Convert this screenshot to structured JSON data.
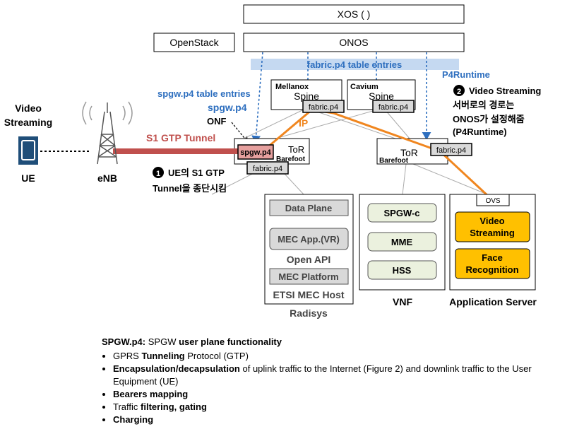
{
  "boxes": {
    "xos": "XOS (    )",
    "openstack": "OpenStack",
    "onos": "ONOS",
    "mellanox_vendor": "Mellanox",
    "mellanox_role": "Spine",
    "cavium_vendor": "Cavium",
    "cavium_role": "Spine",
    "tor_left": "ToR",
    "tor_left_vendor": "Barefoot",
    "tor_right": "ToR",
    "tor_right_vendor": "Barefoot"
  },
  "p4": {
    "fabric_entries": "fabric.p4 table entries",
    "p4runtime": "P4Runtime",
    "spgw_entries": "spgw.p4 table entries",
    "spgw_label": "spgw.p4",
    "onf": "ONF",
    "ip": "IP",
    "s1_tunnel": "S1 GTP Tunnel",
    "fabric_chip": "fabric.p4",
    "spgw_chip": "spgw.p4"
  },
  "left": {
    "video_line1": "Video",
    "video_line2": "Streaming",
    "ue": "UE",
    "enb": "eNB"
  },
  "callouts": {
    "c1_num": "1",
    "c1_line1": "UE의 S1 GTP",
    "c1_line2": "Tunnel을 종단시킴",
    "c2_num": "2",
    "c2_line1": "Video Streaming",
    "c2_line2": "서버로의 경로는",
    "c2_line3": "ONOS가 설정해줌",
    "c2_line4": "(P4Runtime)"
  },
  "radisys": {
    "data_plane": "Data Plane",
    "mec_app": "MEC App.(VR)",
    "open_api": "Open API",
    "mec_platform": "MEC Platform",
    "host": "ETSI MEC Host",
    "caption": "Radisys"
  },
  "vnf": {
    "spgw_c": "SPGW-c",
    "mme": "MME",
    "hss": "HSS",
    "caption": "VNF"
  },
  "app_server": {
    "ovs": "OVS",
    "video_line1": "Video",
    "video_line2": "Streaming",
    "face_line1": "Face",
    "face_line2": "Recognition",
    "caption": "Application Server"
  },
  "notes": {
    "title_bold": "SPGW.p4:",
    "title_mid": " SPGW ",
    "title_tail": "user plane functionality",
    "b1_pre": "GPRS ",
    "b1_bold": "Tunneling",
    "b1_post": " Protocol (GTP)",
    "b2_bold": "Encapsulation/decapsulation",
    "b2_post": " of uplink traffic to the Internet (Figure 2) and downlink traffic to the User Equipment (UE)",
    "b3_bold": "Bearers mapping",
    "b4_pre": "Traffic ",
    "b4_bold": "filtering, gating",
    "b5_bold": "Charging"
  },
  "colors": {
    "dashed_blue": "#2e6fbf",
    "label_blue": "#2e6fbf",
    "tunnel_red": "#c0504d",
    "orange": "#f0861f",
    "yellow": "#ffc000",
    "light_green": "#ebf1de",
    "grey_box": "#d9d9d9",
    "p4_bar": "#c5d9f1"
  }
}
